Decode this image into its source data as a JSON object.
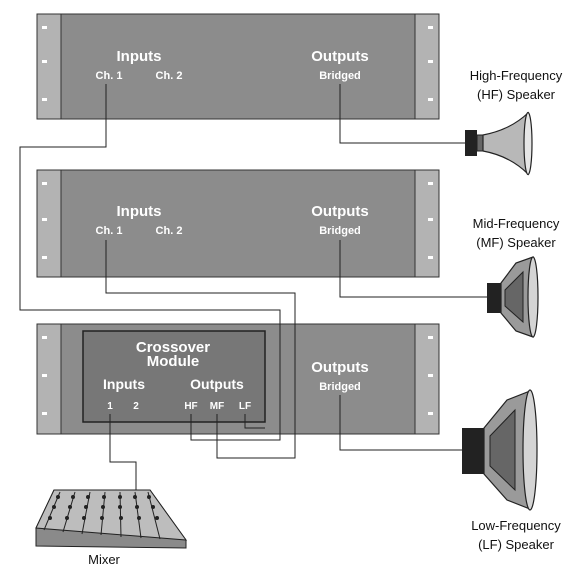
{
  "amplifiers": [
    {
      "inputs_label": "Inputs",
      "ch1_label": "Ch. 1",
      "ch2_label": "Ch. 2",
      "outputs_label": "Outputs",
      "bridged_label": "Bridged"
    },
    {
      "inputs_label": "Inputs",
      "ch1_label": "Ch. 1",
      "ch2_label": "Ch. 2",
      "outputs_label": "Outputs",
      "bridged_label": "Bridged"
    },
    {
      "outputs_label": "Outputs",
      "bridged_label": "Bridged"
    }
  ],
  "crossover": {
    "title_line1": "Crossover",
    "title_line2": "Module",
    "inputs_label": "Inputs",
    "input1_label": "1",
    "input2_label": "2",
    "outputs_label": "Outputs",
    "hf_label": "HF",
    "mf_label": "MF",
    "lf_label": "LF"
  },
  "speakers": {
    "hf": {
      "line1": "High-Frequency",
      "line2": "(HF) Speaker"
    },
    "mf": {
      "line1": "Mid-Frequency",
      "line2": "(MF) Speaker"
    },
    "lf": {
      "line1": "Low-Frequency",
      "line2": "(LF) Speaker"
    }
  },
  "mixer": {
    "label": "Mixer"
  },
  "colors": {
    "panel": "#8c8c8c",
    "panel_dark": "#6e6e6e",
    "ear": "#b3b3b3",
    "crossover_panel": "#777777",
    "wire": "#222222"
  }
}
